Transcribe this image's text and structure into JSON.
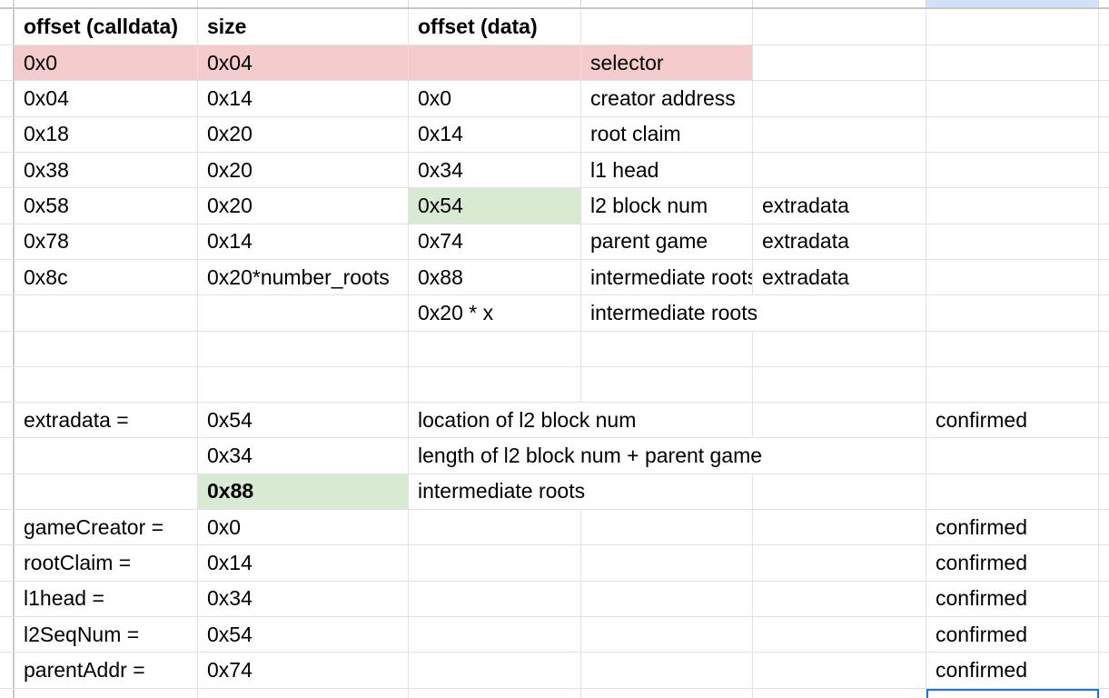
{
  "app": {
    "description": "spreadsheet grid of calldata offsets"
  },
  "sheet": {
    "gridline_color": "#e2e2e2",
    "header_border_color": "#c6c9cc",
    "selection_color": "#1a73e8",
    "highlight_colors": {
      "pink": "#f4cccc",
      "green": "#d9ead3",
      "blue": "#d2e1f8"
    },
    "rows": [
      {
        "kind": "partial",
        "name": "partial-top-row",
        "cells": [
          {
            "col": "F",
            "text": "",
            "bg": "blue"
          }
        ]
      },
      {
        "kind": "header",
        "name": "column-header-row",
        "cells": [
          {
            "col": "A",
            "text": "offset (calldata)",
            "bold": true
          },
          {
            "col": "B",
            "text": "size",
            "bold": true
          },
          {
            "col": "C",
            "text": "offset (data)",
            "bold": true
          }
        ]
      },
      {
        "kind": "data",
        "cells": [
          {
            "col": "A",
            "text": "0x0",
            "bg": "pink"
          },
          {
            "col": "B",
            "text": "0x04",
            "bg": "pink"
          },
          {
            "col": "C",
            "text": "",
            "bg": "pink"
          },
          {
            "col": "D",
            "text": "selector",
            "bg": "pink"
          }
        ]
      },
      {
        "kind": "data",
        "cells": [
          {
            "col": "A",
            "text": "0x04"
          },
          {
            "col": "B",
            "text": "0x14"
          },
          {
            "col": "C",
            "text": "0x0"
          },
          {
            "col": "D",
            "text": "creator address"
          }
        ]
      },
      {
        "kind": "data",
        "cells": [
          {
            "col": "A",
            "text": "0x18"
          },
          {
            "col": "B",
            "text": "0x20"
          },
          {
            "col": "C",
            "text": "0x14"
          },
          {
            "col": "D",
            "text": "root claim"
          }
        ]
      },
      {
        "kind": "data",
        "cells": [
          {
            "col": "A",
            "text": "0x38"
          },
          {
            "col": "B",
            "text": "0x20"
          },
          {
            "col": "C",
            "text": "0x34"
          },
          {
            "col": "D",
            "text": "l1 head"
          }
        ]
      },
      {
        "kind": "data",
        "cells": [
          {
            "col": "A",
            "text": "0x58"
          },
          {
            "col": "B",
            "text": "0x20"
          },
          {
            "col": "C",
            "text": "0x54",
            "bg": "green"
          },
          {
            "col": "D",
            "text": "l2 block num"
          },
          {
            "col": "E",
            "text": "extradata"
          }
        ]
      },
      {
        "kind": "data",
        "cells": [
          {
            "col": "A",
            "text": "0x78"
          },
          {
            "col": "B",
            "text": "0x14"
          },
          {
            "col": "C",
            "text": "0x74"
          },
          {
            "col": "D",
            "text": "parent game"
          },
          {
            "col": "E",
            "text": "extradata"
          }
        ]
      },
      {
        "kind": "data",
        "cells": [
          {
            "col": "A",
            "text": "0x8c"
          },
          {
            "col": "B",
            "text": "0x20*number_roots"
          },
          {
            "col": "C",
            "text": "0x88"
          },
          {
            "col": "D",
            "text": "intermediate roots"
          },
          {
            "col": "E",
            "text": "extradata"
          }
        ]
      },
      {
        "kind": "data",
        "cells": [
          {
            "col": "C",
            "text": "0x20 * x"
          },
          {
            "col": "D",
            "text": "intermediate roots",
            "span": 2
          }
        ]
      },
      {
        "kind": "data",
        "cells": []
      },
      {
        "kind": "data",
        "cells": []
      },
      {
        "kind": "data",
        "cells": [
          {
            "col": "A",
            "text": "extradata ="
          },
          {
            "col": "B",
            "text": "0x54"
          },
          {
            "col": "C",
            "text": "location of l2 block num",
            "span": 2
          },
          {
            "col": "F",
            "text": "confirmed"
          }
        ]
      },
      {
        "kind": "data",
        "cells": [
          {
            "col": "B",
            "text": "0x34"
          },
          {
            "col": "C",
            "text": "length of l2 block num + parent game",
            "span": 3
          }
        ]
      },
      {
        "kind": "data",
        "cells": [
          {
            "col": "B",
            "text": "0x88",
            "bg": "green",
            "bold": true
          },
          {
            "col": "C",
            "text": "intermediate roots",
            "span": 2
          }
        ]
      },
      {
        "kind": "data",
        "cells": [
          {
            "col": "A",
            "text": "gameCreator ="
          },
          {
            "col": "B",
            "text": "0x0"
          },
          {
            "col": "F",
            "text": "confirmed"
          }
        ]
      },
      {
        "kind": "data",
        "cells": [
          {
            "col": "A",
            "text": "rootClaim ="
          },
          {
            "col": "B",
            "text": "0x14"
          },
          {
            "col": "F",
            "text": "confirmed"
          }
        ]
      },
      {
        "kind": "data",
        "cells": [
          {
            "col": "A",
            "text": "l1head ="
          },
          {
            "col": "B",
            "text": "0x34"
          },
          {
            "col": "F",
            "text": "confirmed"
          }
        ]
      },
      {
        "kind": "data",
        "cells": [
          {
            "col": "A",
            "text": "l2SeqNum ="
          },
          {
            "col": "B",
            "text": "0x54"
          },
          {
            "col": "F",
            "text": "confirmed"
          }
        ]
      },
      {
        "kind": "data",
        "cells": [
          {
            "col": "A",
            "text": "parentAddr ="
          },
          {
            "col": "B",
            "text": "0x74"
          },
          {
            "col": "F",
            "text": "confirmed"
          }
        ]
      },
      {
        "kind": "partial",
        "name": "partial-bottom-row",
        "cells": [
          {
            "col": "F",
            "text": "",
            "selected": true
          }
        ]
      }
    ]
  }
}
